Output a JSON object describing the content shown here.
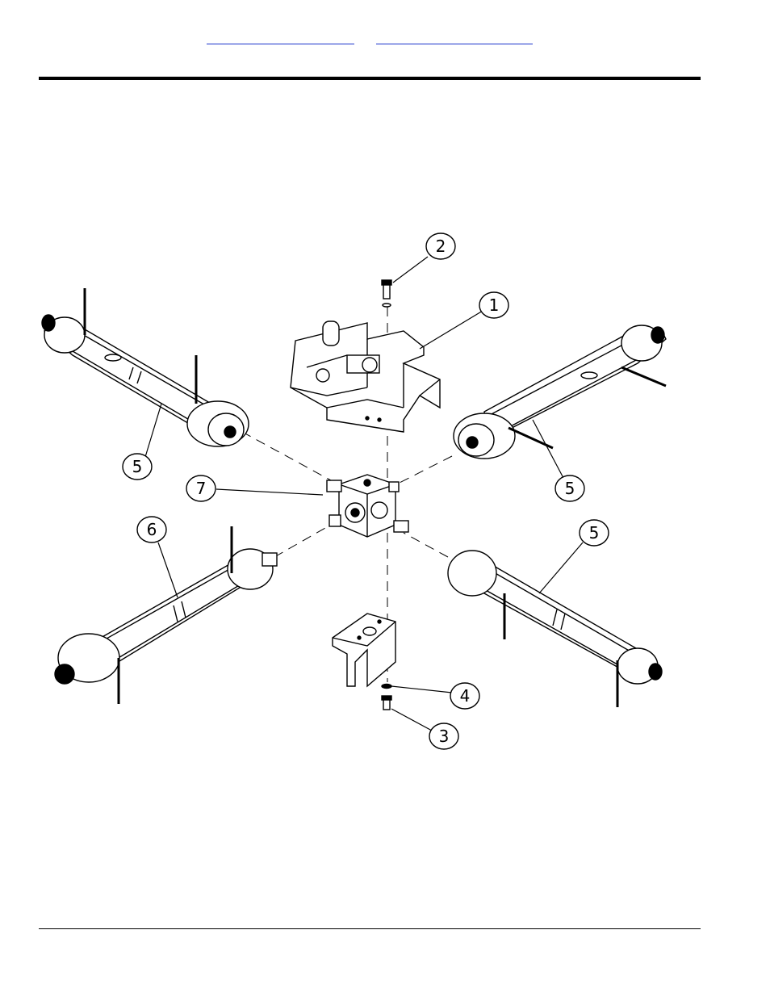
{
  "header": {
    "links": [
      "",
      ""
    ]
  },
  "callouts": {
    "c1": "1",
    "c2": "2",
    "c3": "3",
    "c4": "4",
    "c5a": "5",
    "c5b": "5",
    "c5c": "5",
    "c6": "6",
    "c7": "7"
  }
}
